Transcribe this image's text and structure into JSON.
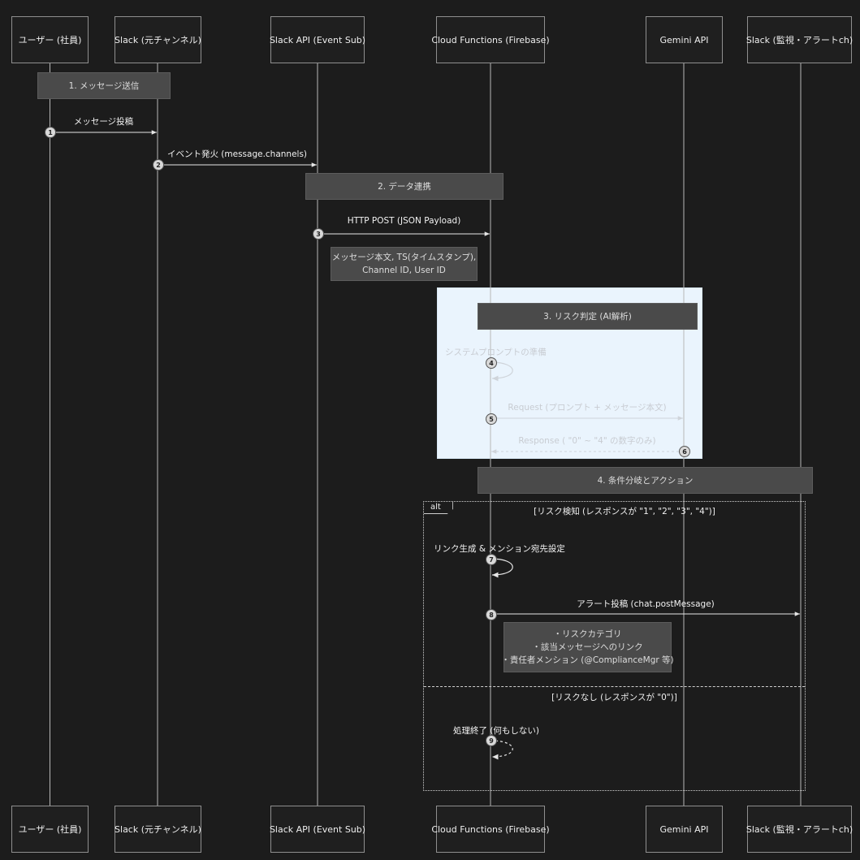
{
  "actors": [
    {
      "id": "user",
      "label": "ユーザー (社員)"
    },
    {
      "id": "slack_src",
      "label": "Slack (元チャンネル)"
    },
    {
      "id": "slack_api",
      "label": "Slack API (Event Sub)"
    },
    {
      "id": "cloud_fn",
      "label": "Cloud Functions (Firebase)"
    },
    {
      "id": "gemini",
      "label": "Gemini API"
    },
    {
      "id": "slack_alert",
      "label": "Slack (監視・アラートch)"
    }
  ],
  "sections": {
    "s1": "1. メッセージ送信",
    "s2": "2. データ連携",
    "s3": "3. リスク判定 (AI解析)",
    "s4": "4. 条件分岐とアクション"
  },
  "messages": {
    "m1": {
      "label": "メッセージ投稿",
      "num": "1"
    },
    "m2": {
      "label": "イベント発火 (message.channels)",
      "num": "2"
    },
    "m3": {
      "label": "HTTP POST (JSON Payload)",
      "num": "3"
    },
    "m4": {
      "label": "システムプロンプトの準備",
      "num": "4"
    },
    "m5": {
      "label": "Request (プロンプト + メッセージ本文)",
      "num": "5"
    },
    "m6": {
      "label": "Response ( \"0\" ~ \"4\" の数字のみ)",
      "num": "6"
    },
    "m7": {
      "label": "リンク生成 & メンション宛先設定",
      "num": "7"
    },
    "m8": {
      "label": "アラート投稿 (chat.postMessage)",
      "num": "8"
    },
    "m9": {
      "label": "処理終了 (何もしない)",
      "num": "9"
    }
  },
  "notes": {
    "payload": [
      "メッセージ本文, TS(タイムスタンプ),",
      "Channel ID, User ID"
    ],
    "alert": [
      "・リスクカテゴリ",
      "・該当メッセージへのリンク",
      "・責任者メンション (@ComplianceMgr 等)"
    ]
  },
  "alt": {
    "tag": "alt",
    "cond1": "[リスク検知 (レスポンスが \"1\", \"2\", \"3\", \"4\")]",
    "cond2": "[リスクなし (レスポンスが \"0\")]"
  }
}
